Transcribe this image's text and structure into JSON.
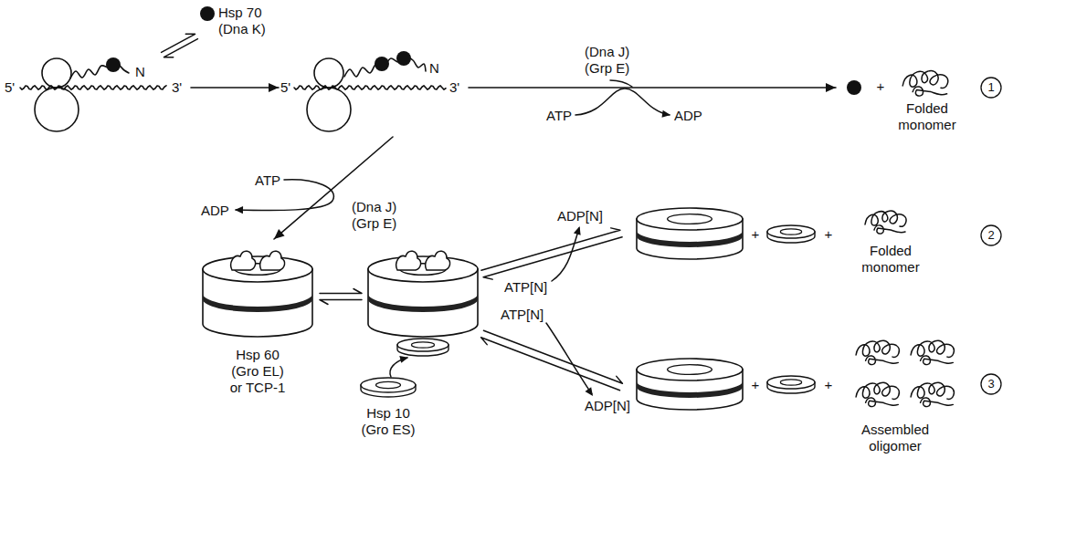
{
  "diagram": {
    "nodes": [
      {
        "text": [
          "Hsp 70 (Dna K)"
        ]
      },
      {
        "text": [
          "5'",
          "3'",
          "N"
        ]
      },
      {
        "text": [
          "5'",
          "3'",
          "N"
        ]
      },
      {
        "text": [
          "Folded monomer"
        ]
      },
      {
        "text": [
          "Hsp 60 (Gro EL) or TCP-1"
        ]
      },
      {
        "text": [
          "Hsp 10 (Gro ES)"
        ]
      },
      {
        "text": [
          "Folded monomer"
        ]
      },
      {
        "text": [
          "Assembled oligomer"
        ]
      }
    ],
    "edges": [
      {
        "from": 0,
        "to": 1,
        "arrow": "both"
      },
      {
        "from": 1,
        "to": 2,
        "arrow": "to"
      },
      {
        "from": 2,
        "to": 3,
        "arrow": "to",
        "label": "(Dna J) (Grp E)"
      },
      {
        "from": 2,
        "to": 4,
        "arrow": "to",
        "label": "(Dna J) (Grp E)"
      }
    ],
    "labels": [
      "ATP",
      "ADP",
      "+",
      "1",
      "ATP",
      "ADP",
      "ATP[N]",
      "ADP[N]",
      "+",
      "+",
      "2",
      "ATP[N]",
      "ADP[N]",
      "+",
      "+",
      "3"
    ]
  }
}
